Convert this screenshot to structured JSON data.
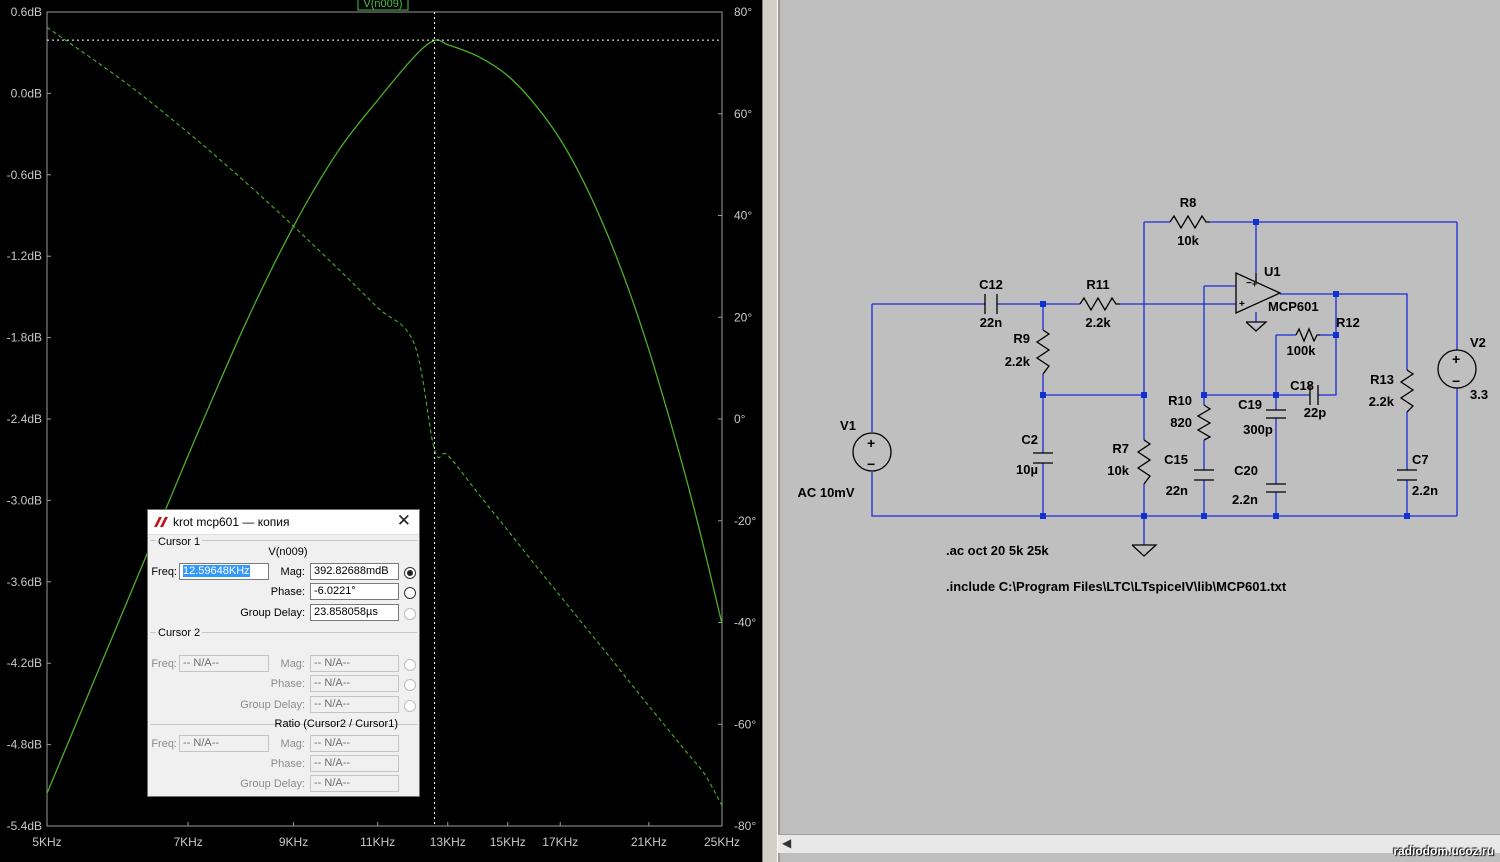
{
  "plot": {
    "trace_name": "V(n009)",
    "left_axis_ticks": [
      "0.6dB",
      "0.0dB",
      "-0.6dB",
      "-1.2dB",
      "-1.8dB",
      "-2.4dB",
      "-3.0dB",
      "-3.6dB",
      "-4.2dB",
      "-4.8dB",
      "-5.4dB"
    ],
    "right_axis_ticks": [
      "80°",
      "60°",
      "40°",
      "20°",
      "0°",
      "-20°",
      "-40°",
      "-60°",
      "-80°"
    ],
    "x_axis_ticks": [
      "5KHz",
      "7KHz",
      "9KHz",
      "11KHz",
      "13KHz",
      "15KHz",
      "17KHz",
      "21KHz",
      "25KHz"
    ],
    "colors": {
      "background": "#000000",
      "trace": "#4caf2a",
      "grid_text": "#c8c8c8",
      "cursor": "#ffffff"
    }
  },
  "chart_data": {
    "type": "line",
    "title": "V(n009)",
    "xlabel": "",
    "ylabel": "",
    "x_scale": "log",
    "xlim": [
      5000,
      25000
    ],
    "ylim_left": [
      -5.4,
      0.6
    ],
    "ylim_right": [
      -80,
      80
    ],
    "grid": false,
    "series": [
      {
        "name": "",
        "axis": "left",
        "style": "solid",
        "x": [
          5000,
          6000,
          7000,
          8000,
          9000,
          10000,
          11000,
          12000,
          12596,
          13000,
          14000,
          15000,
          16000,
          17000,
          18000,
          19000,
          20000,
          21000,
          22000,
          23000,
          24000,
          25000
        ],
        "y": [
          -5.16,
          -3.81,
          -2.67,
          -1.72,
          -0.98,
          -0.43,
          -0.05,
          0.27,
          0.39,
          0.36,
          0.27,
          0.13,
          -0.08,
          -0.34,
          -0.66,
          -1.03,
          -1.44,
          -1.89,
          -2.37,
          -2.86,
          -3.38,
          -3.91
        ]
      },
      {
        "name": "",
        "axis": "right",
        "style": "dashed",
        "x": [
          5000,
          6000,
          7000,
          8000,
          9000,
          10000,
          11000,
          12000,
          12596,
          13000,
          14000,
          15000,
          16000,
          17000,
          18000,
          19000,
          20000,
          21000,
          22000,
          23000,
          24000,
          25000
        ],
        "y": [
          77,
          66.4,
          56.3,
          46.8,
          37.9,
          29.6,
          21.9,
          14.8,
          -6.02,
          -7.1,
          -14.8,
          -21.9,
          -28.6,
          -34.8,
          -40.6,
          -46.1,
          -51.4,
          -56.4,
          -61.1,
          -65.6,
          -69.9,
          -76
        ]
      }
    ],
    "cursor": {
      "x": 12596.48,
      "y_left": 0.3928
    }
  },
  "dialog": {
    "title": "krot mcp601 — копия",
    "cursor1_label": "Cursor 1",
    "trace": "V(n009)",
    "freq_label": "Freq:",
    "freq_value": "12.59648KHz",
    "mag_label": "Mag:",
    "mag_value": "392.82688mdB",
    "phase_label": "Phase:",
    "phase_value": "-6.0221°",
    "gd_label": "Group Delay:",
    "gd_value": "23.858058µs",
    "cursor2_label": "Cursor 2",
    "na": "-- N/A--",
    "ratio_label": "Ratio (Cursor2 / Cursor1)"
  },
  "schematic": {
    "labels": {
      "r8": "R8",
      "r8v": "10k",
      "u1": "U1",
      "u1v": "MCP601",
      "c12": "C12",
      "c12v": "22n",
      "r11": "R11",
      "r11v": "2.2k",
      "r9": "R9",
      "r9v": "2.2k",
      "r12": "R12",
      "r12v": "100k",
      "v2": "V2",
      "v2v": "3.3",
      "c18": "C18",
      "c18v": "22p",
      "r13": "R13",
      "r13v": "2.2k",
      "r10": "R10",
      "r10v": "820",
      "c19": "C19",
      "c19v": "300p",
      "v1": "V1",
      "v1v": "AC 10mV",
      "c2": "C2",
      "c2v": "10µ",
      "r7": "R7",
      "r7v": "10k",
      "c15": "C15",
      "c15v": "22n",
      "c20": "C20",
      "c20v": "2.2n",
      "c7": "C7",
      "c7v": "2.2n"
    },
    "directive_ac": ".ac oct 20 5k 25k",
    "directive_include": ".include C:\\Program Files\\LTC\\LTspiceIV\\lib\\MCP601.txt",
    "colors": {
      "wire": "#1c2bd6",
      "component": "#000000",
      "junction": "#1030d0",
      "background": "#bfbfbf"
    }
  },
  "watermark": "radiodom.ucoz.ru"
}
